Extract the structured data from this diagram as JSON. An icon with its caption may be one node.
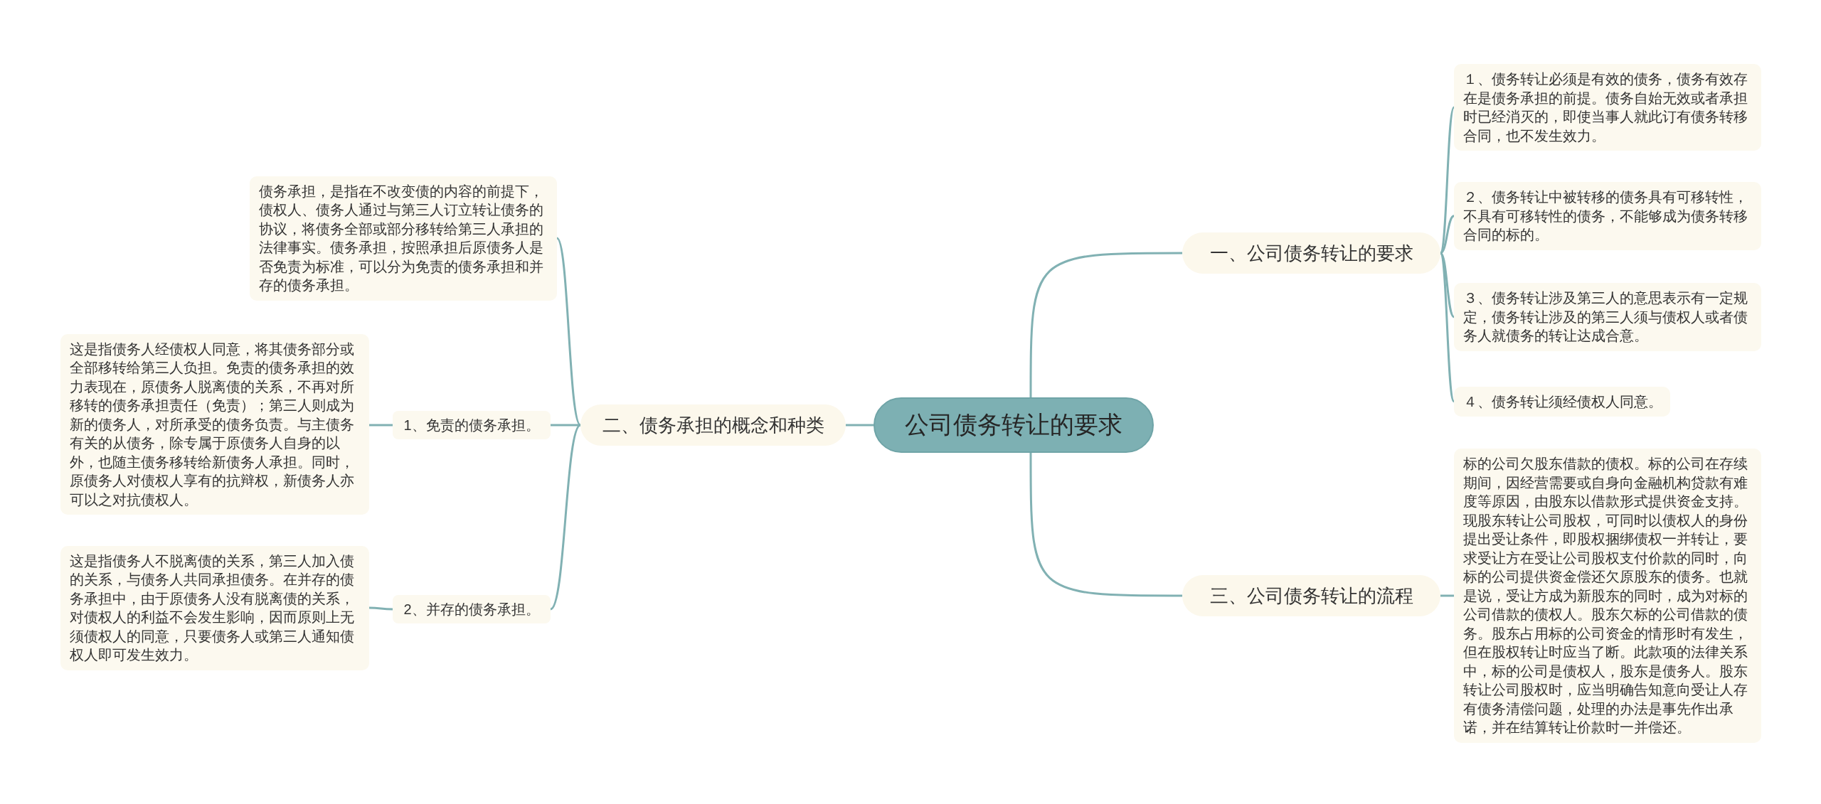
{
  "diagram": {
    "nodes": [
      {
        "text": [
          "公司债务转让的要求"
        ]
      },
      {
        "text": [
          "一、公司债务转让的要求"
        ]
      },
      {
        "text": [
          "１、债务转让必须是有效的债务，债务有效存在是债务承担的前提。债务自始无效或者承担时已经消灭的，即使当事人就此订有债务转移合同，也不发生效力。"
        ]
      },
      {
        "text": [
          "２、债务转让中被转移的债务具有可移转性，不具有可移转性的债务，不能够成为债务转移合同的标的。"
        ]
      },
      {
        "text": [
          "３、债务转让涉及第三人的意思表示有一定规定，债务转让涉及的第三人须与债权人或者债务人就债务的转让达成合意。"
        ]
      },
      {
        "text": [
          "４、债务转让须经债权人同意。"
        ]
      },
      {
        "text": [
          "二、债务承担的概念和种类"
        ]
      },
      {
        "text": [
          "债务承担，是指在不改变债的内容的前提下，债权人、债务人通过与第三人订立转让债务的协议，将债务全部或部分移转给第三人承担的法律事实。债务承担，按照承担后原债务人是否免责为标准，可以分为免责的债务承担和并存的债务承担。"
        ]
      },
      {
        "text": [
          "1、免责的债务承担。"
        ]
      },
      {
        "text": [
          "这是指债务人经债权人同意，将其债务部分或全部移转给第三人负担。免责的债务承担的效力表现在，原债务人脱离债的关系，不再对所移转的债务承担责任（免责）；第三人则成为新的债务人，对所承受的债务负责。与主债务有关的从债务，除专属于原债务人自身的以外，也随主债务移转给新债务人承担。同时，原债务人对债权人享有的抗辩权，新债务人亦可以之对抗债权人。"
        ]
      },
      {
        "text": [
          "2、并存的债务承担。"
        ]
      },
      {
        "text": [
          "这是指债务人不脱离债的关系，第三人加入债的关系，与债务人共同承担债务。在并存的债务承担中，由于原债务人没有脱离债的关系，对债权人的利益不会发生影响，因而原则上无须债权人的同意，只要债务人或第三人通知债权人即可发生效力。"
        ]
      },
      {
        "text": [
          "三、公司债务转让的流程"
        ]
      },
      {
        "text": [
          "标的公司欠股东借款的债权。标的公司在存续期间，因经营需要或自身向金融机构贷款有难度等原因，由股东以借款形式提供资金支持。现股东转让公司股权，可同时以债权人的身份提出受让条件，即股权捆绑债权一并转让，要求受让方在受让公司股权支付价款的同时，向标的公司提供资金偿还欠原股东的债务。也就是说，受让方成为新股东的同时，成为对标的公司借款的债权人。股东欠标的公司借款的债务。股东占用标的公司资金的情形时有发生，但在股权转让时应当了断。此款项的法律关系中，标的公司是债权人，股东是债务人。股东转让公司股权时，应当明确告知意向受让人存有债务清偿问题，处理的办法是事先作出承诺，并在结算转让价款时一并偿还。"
        ]
      }
    ],
    "edges": [
      {
        "from": 0,
        "to": 1,
        "arrow": "none"
      },
      {
        "from": 1,
        "to": 2,
        "arrow": "none"
      },
      {
        "from": 1,
        "to": 3,
        "arrow": "none"
      },
      {
        "from": 1,
        "to": 4,
        "arrow": "none"
      },
      {
        "from": 1,
        "to": 5,
        "arrow": "none"
      },
      {
        "from": 0,
        "to": 6,
        "arrow": "none"
      },
      {
        "from": 6,
        "to": 7,
        "arrow": "none"
      },
      {
        "from": 6,
        "to": 8,
        "arrow": "none"
      },
      {
        "from": 8,
        "to": 9,
        "arrow": "none"
      },
      {
        "from": 6,
        "to": 10,
        "arrow": "none"
      },
      {
        "from": 10,
        "to": 11,
        "arrow": "none"
      },
      {
        "from": 0,
        "to": 12,
        "arrow": "none"
      },
      {
        "from": 12,
        "to": 13,
        "arrow": "none"
      }
    ]
  }
}
